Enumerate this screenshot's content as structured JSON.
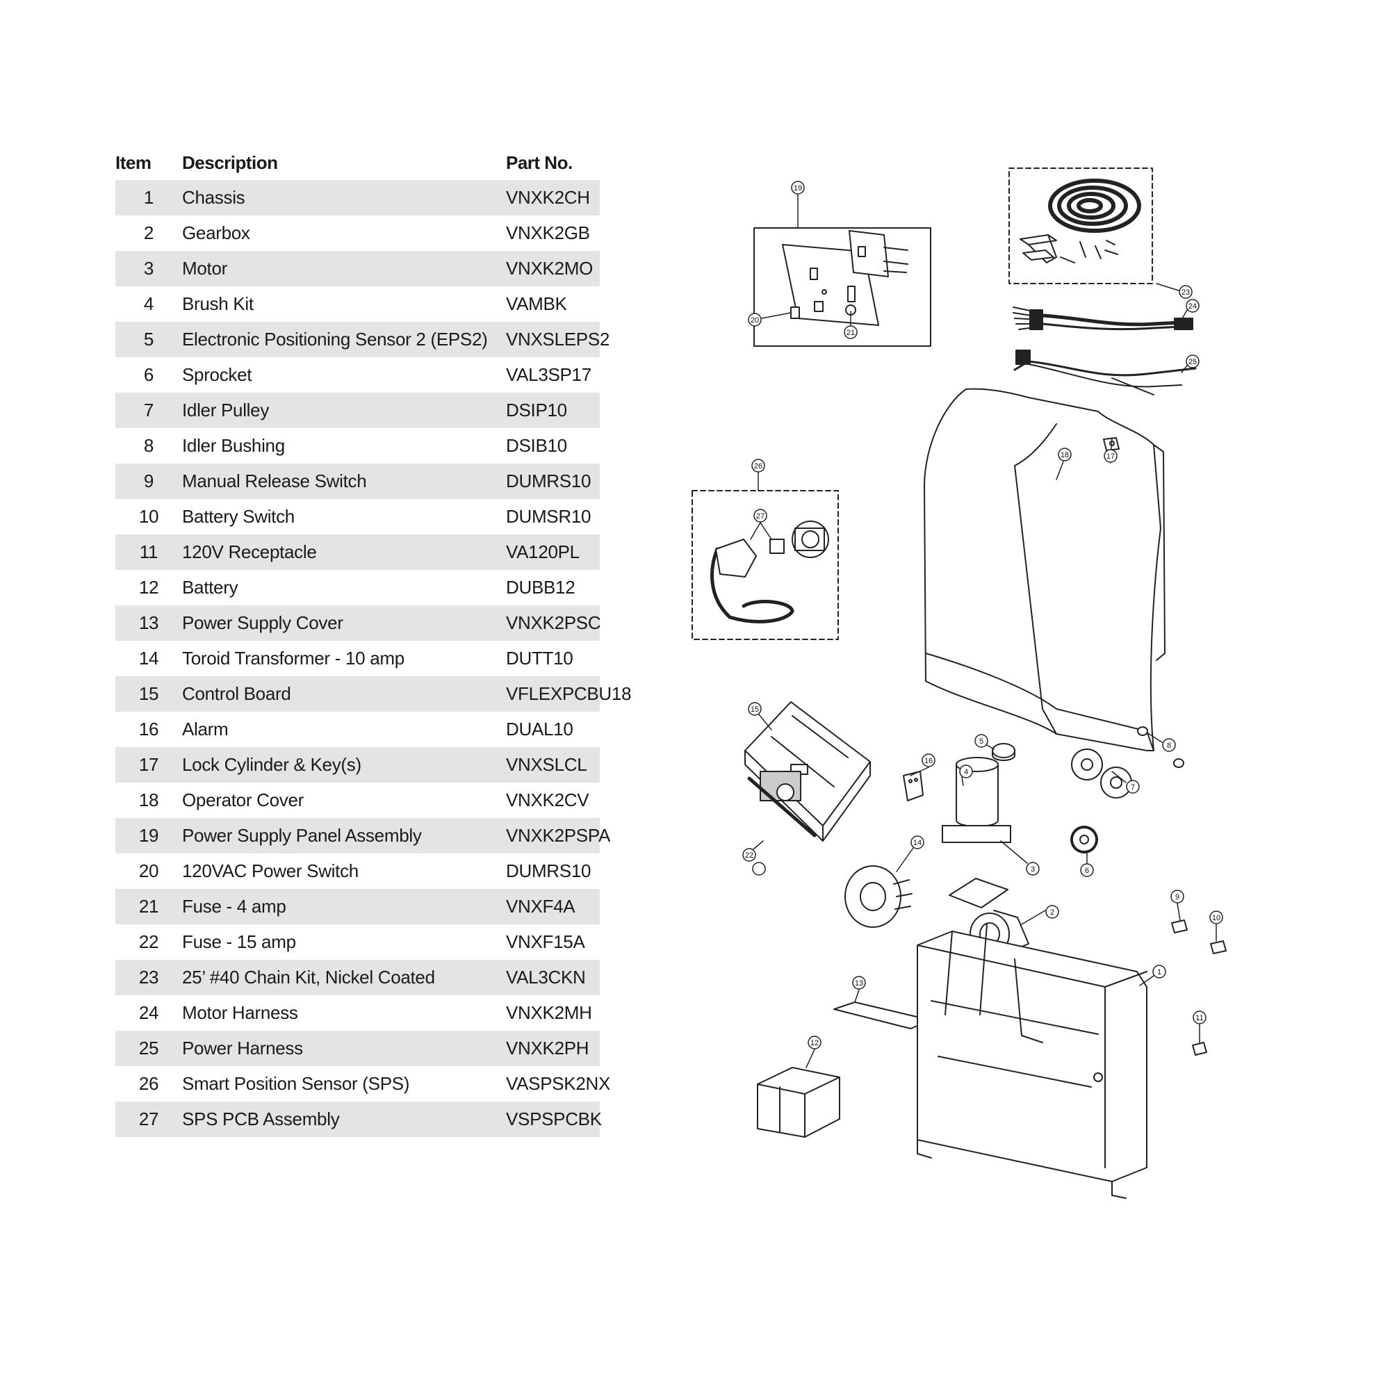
{
  "table": {
    "headers": {
      "item": "Item",
      "description": "Description",
      "part_no": "Part No."
    },
    "rows": [
      {
        "item": "1",
        "description": "Chassis",
        "part_no": "VNXK2CH"
      },
      {
        "item": "2",
        "description": "Gearbox",
        "part_no": "VNXK2GB"
      },
      {
        "item": "3",
        "description": "Motor",
        "part_no": "VNXK2MO"
      },
      {
        "item": "4",
        "description": "Brush Kit",
        "part_no": "VAMBK"
      },
      {
        "item": "5",
        "description": "Electronic Positioning Sensor 2 (EPS2)",
        "part_no": "VNXSLEPS2"
      },
      {
        "item": "6",
        "description": "Sprocket",
        "part_no": "VAL3SP17"
      },
      {
        "item": "7",
        "description": "Idler Pulley",
        "part_no": "DSIP10"
      },
      {
        "item": "8",
        "description": "Idler Bushing",
        "part_no": "DSIB10"
      },
      {
        "item": "9",
        "description": "Manual Release Switch",
        "part_no": "DUMRS10"
      },
      {
        "item": "10",
        "description": "Battery Switch",
        "part_no": "DUMSR10"
      },
      {
        "item": "11",
        "description": "120V Receptacle",
        "part_no": "VA120PL"
      },
      {
        "item": "12",
        "description": "Battery",
        "part_no": "DUBB12"
      },
      {
        "item": "13",
        "description": "Power Supply Cover",
        "part_no": "VNXK2PSC"
      },
      {
        "item": "14",
        "description": "Toroid Transformer - 10 amp",
        "part_no": "DUTT10"
      },
      {
        "item": "15",
        "description": "Control Board",
        "part_no": "VFLEXPCBU18"
      },
      {
        "item": "16",
        "description": "Alarm",
        "part_no": "DUAL10"
      },
      {
        "item": "17",
        "description": "Lock Cylinder & Key(s)",
        "part_no": "VNXSLCL"
      },
      {
        "item": "18",
        "description": "Operator Cover",
        "part_no": "VNXK2CV"
      },
      {
        "item": "19",
        "description": "Power Supply Panel Assembly",
        "part_no": "VNXK2PSPA"
      },
      {
        "item": "20",
        "description": "120VAC Power Switch",
        "part_no": "DUMRS10"
      },
      {
        "item": "21",
        "description": "Fuse - 4 amp",
        "part_no": "VNXF4A"
      },
      {
        "item": "22",
        "description": "Fuse - 15 amp",
        "part_no": "VNXF15A"
      },
      {
        "item": "23",
        "description": "25’ #40 Chain Kit, Nickel Coated",
        "part_no": "VAL3CKN"
      },
      {
        "item": "24",
        "description": "Motor Harness",
        "part_no": "VNXK2MH"
      },
      {
        "item": "25",
        "description": "Power Harness",
        "part_no": "VNXK2PH"
      },
      {
        "item": "26",
        "description": "Smart Position Sensor (SPS)",
        "part_no": "VASPSK2NX"
      },
      {
        "item": "27",
        "description": "SPS PCB Assembly",
        "part_no": "VSPSPCBK"
      }
    ]
  },
  "diagram": {
    "callouts": [
      "1",
      "2",
      "3",
      "4",
      "5",
      "6",
      "7",
      "8",
      "9",
      "10",
      "11",
      "12",
      "13",
      "14",
      "15",
      "16",
      "17",
      "18",
      "19",
      "20",
      "21",
      "22",
      "23",
      "24",
      "25",
      "26",
      "27"
    ]
  }
}
